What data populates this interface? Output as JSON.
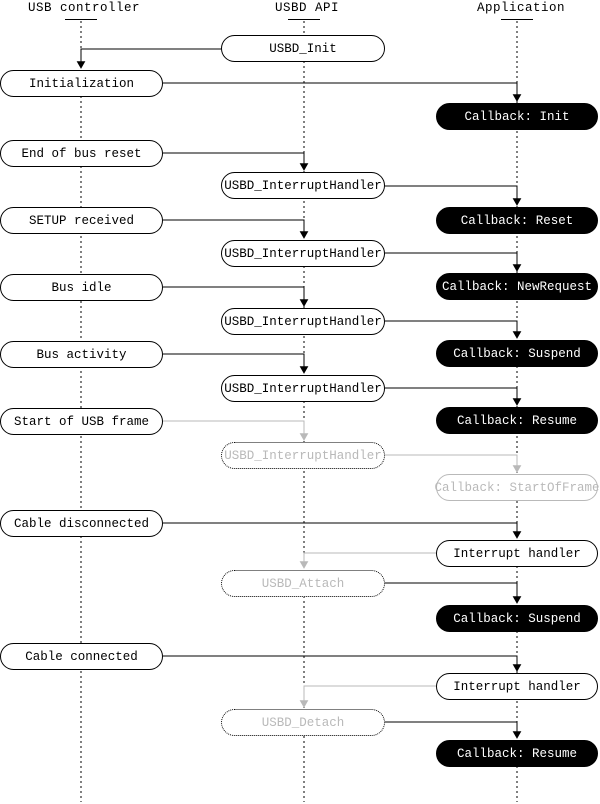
{
  "header": {
    "columns": [
      {
        "id": "usb-controller",
        "label": "USB controller"
      },
      {
        "id": "usbd-api",
        "label": "USBD API"
      },
      {
        "id": "application",
        "label": "Application"
      }
    ]
  },
  "labels": {
    "usbd_init": "USBD_Init",
    "initialization": "Initialization",
    "callback_init": "Callback: Init",
    "end_of_bus_reset": "End of bus reset",
    "usbd_interrupt_handler": "USBD_InterruptHandler",
    "callback_reset": "Callback: Reset",
    "setup_received": "SETUP received",
    "callback_new_request": "Callback: NewRequest",
    "bus_idle": "Bus idle",
    "callback_suspend": "Callback: Suspend",
    "bus_activity": "Bus activity",
    "callback_resume": "Callback: Resume",
    "start_of_usb_frame": "Start of USB frame",
    "callback_start_of_frame": "Callback: StartOfFrame",
    "cable_disconnected": "Cable disconnected",
    "interrupt_handler": "Interrupt handler",
    "usbd_attach": "USBD_Attach",
    "cable_connected": "Cable connected",
    "usbd_detach": "USBD_Detach"
  },
  "flows": [
    {
      "from": "USBD_Init",
      "to": "Initialization",
      "style": "normal"
    },
    {
      "from": "Initialization",
      "to": "Callback: Init",
      "style": "normal"
    },
    {
      "from": "End of bus reset",
      "to": "USBD_InterruptHandler",
      "style": "normal"
    },
    {
      "from": "USBD_InterruptHandler",
      "to": "Callback: Reset",
      "style": "normal"
    },
    {
      "from": "SETUP received",
      "to": "USBD_InterruptHandler",
      "style": "normal"
    },
    {
      "from": "USBD_InterruptHandler",
      "to": "Callback: NewRequest",
      "style": "normal"
    },
    {
      "from": "Bus idle",
      "to": "USBD_InterruptHandler",
      "style": "normal"
    },
    {
      "from": "USBD_InterruptHandler",
      "to": "Callback: Suspend",
      "style": "normal"
    },
    {
      "from": "Bus activity",
      "to": "USBD_InterruptHandler",
      "style": "normal"
    },
    {
      "from": "USBD_InterruptHandler",
      "to": "Callback: Resume",
      "style": "normal"
    },
    {
      "from": "Start of USB frame",
      "to": "USBD_InterruptHandler",
      "style": "muted"
    },
    {
      "from": "USBD_InterruptHandler",
      "to": "Callback: StartOfFrame",
      "style": "muted"
    },
    {
      "from": "Cable disconnected",
      "to": "Interrupt handler",
      "style": "normal"
    },
    {
      "from": "Interrupt handler",
      "to": "USBD_Attach",
      "style": "muted"
    },
    {
      "from": "USBD_Attach",
      "to": "Callback: Suspend",
      "style": "normal"
    },
    {
      "from": "Cable connected",
      "to": "Interrupt handler",
      "style": "normal"
    },
    {
      "from": "Interrupt handler",
      "to": "USBD_Detach",
      "style": "muted"
    },
    {
      "from": "USBD_Detach",
      "to": "Callback: Resume",
      "style": "normal"
    }
  ],
  "colors": {
    "line": "#000000",
    "muted": "#b9b9b9",
    "callback_fill": "#000000",
    "callback_text": "#ffffff",
    "background": "#ffffff"
  }
}
